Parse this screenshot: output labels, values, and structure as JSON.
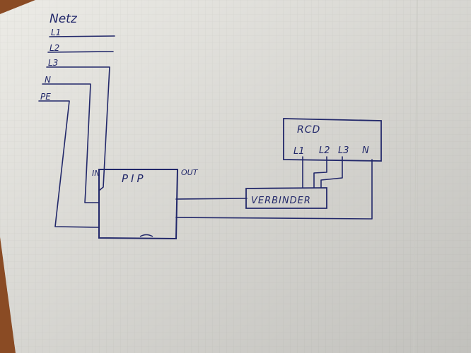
{
  "page": {
    "paper_color": "#ecebe6",
    "table_color": "#8a4b24",
    "ink_color": "#22286a"
  },
  "diagram": {
    "title": "Netz",
    "supply_lines": [
      "L1",
      "L2",
      "L3",
      "N",
      "PE"
    ],
    "pip": {
      "label": "PIP",
      "in_label": "IN",
      "out_label": "OUT"
    },
    "connector": {
      "label": "VERBINDER"
    },
    "rcd": {
      "label": "RCD",
      "terminals": [
        "L1",
        "L2",
        "L3",
        "N"
      ]
    }
  }
}
